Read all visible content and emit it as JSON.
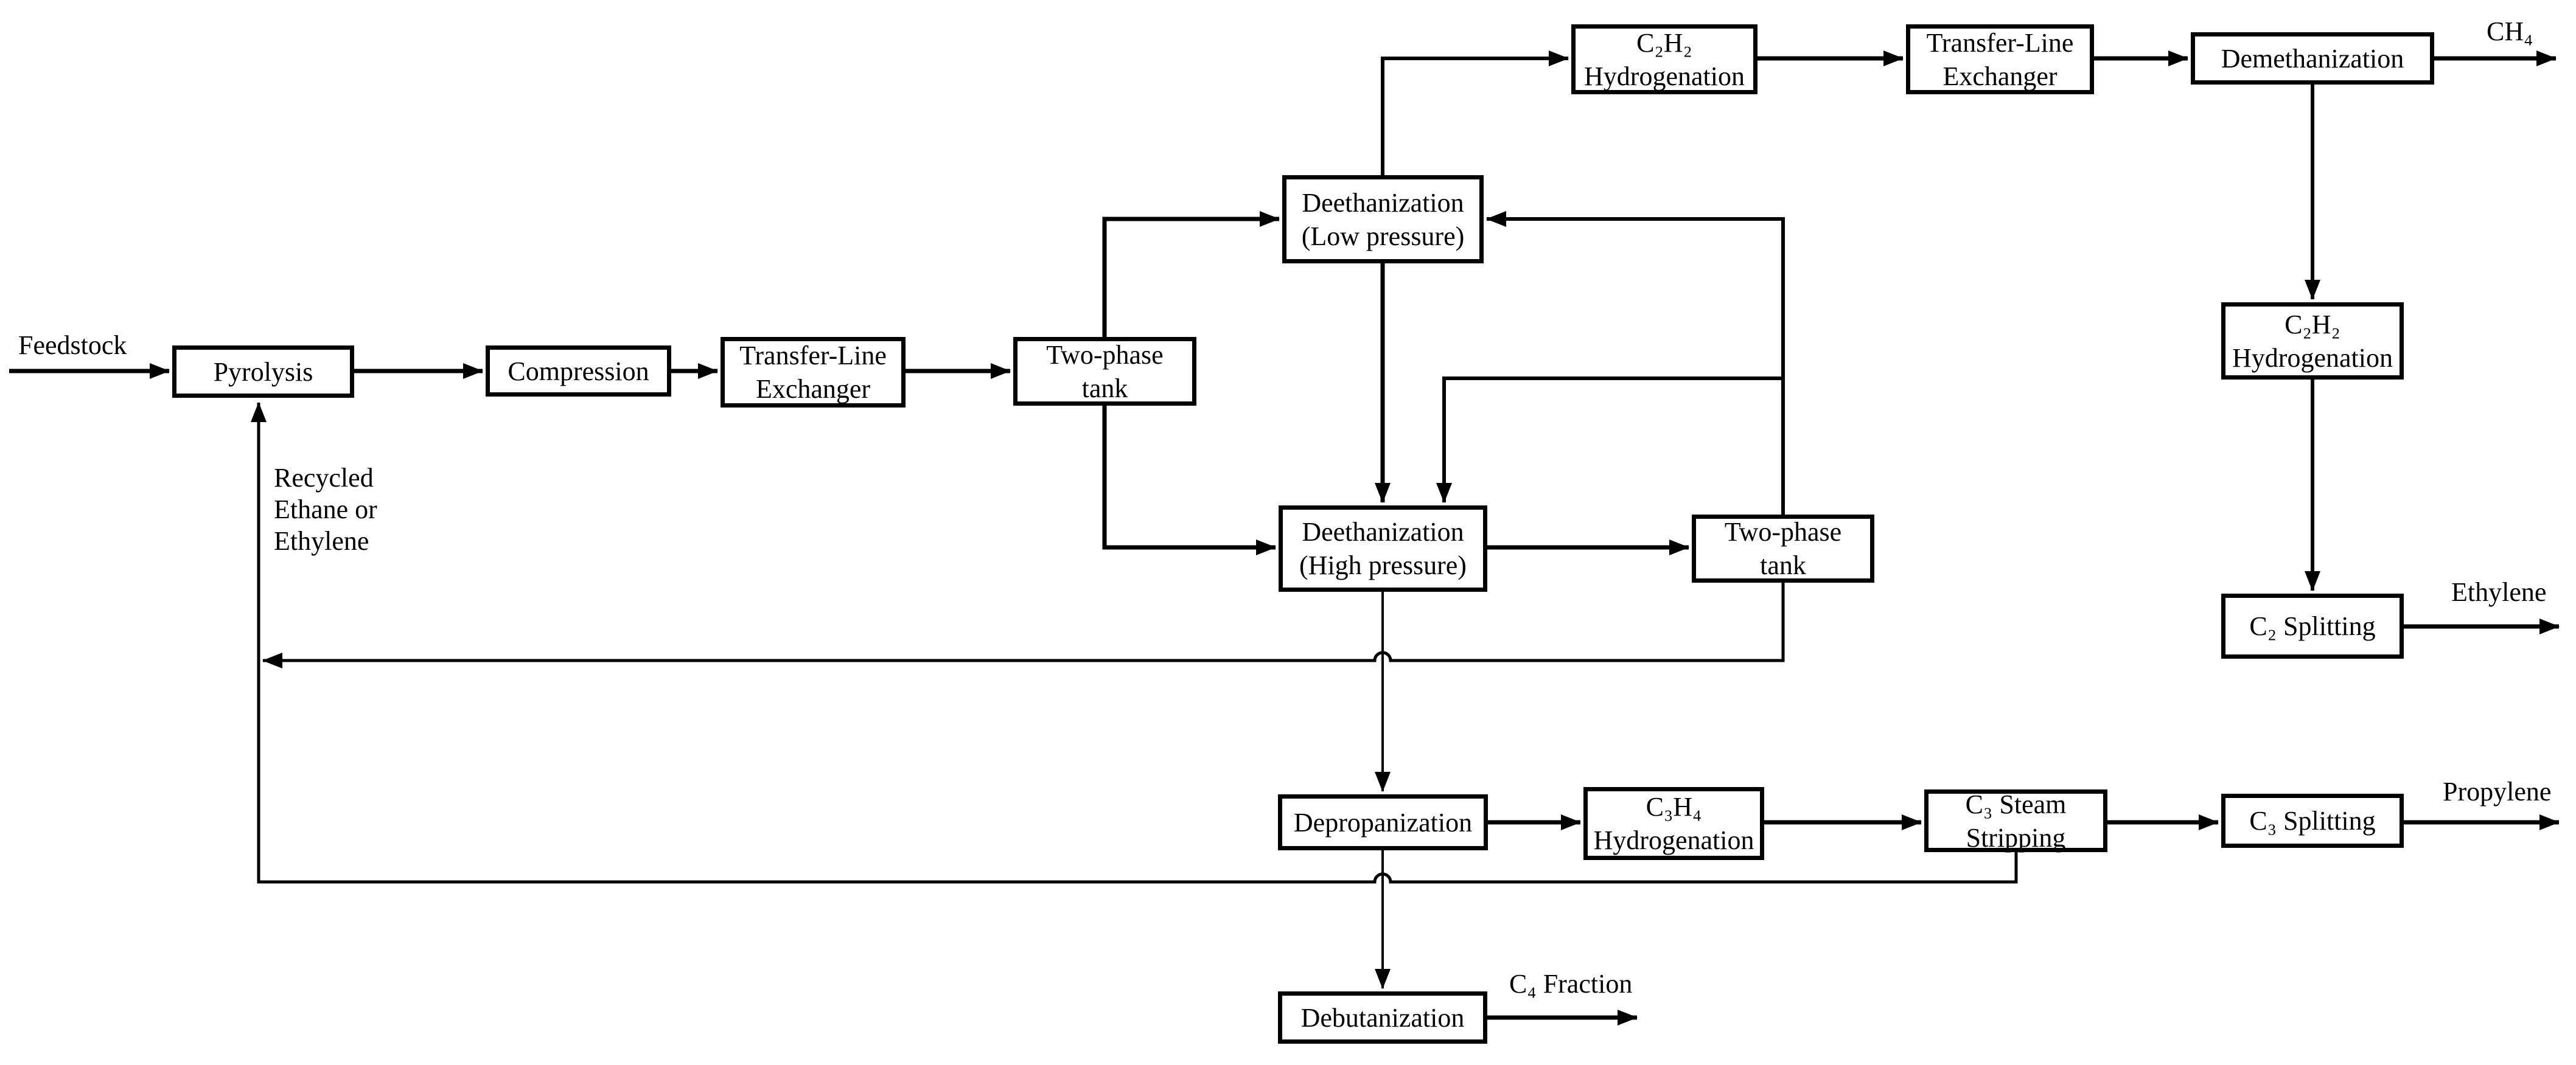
{
  "diagram": {
    "background": "#ffffff",
    "line_color": "#000000",
    "nodes": {
      "pyrolysis": {
        "label": "Pyrolysis"
      },
      "compression": {
        "label": "Compression"
      },
      "transfer_line_exchanger_1": {
        "label": "Transfer-Line\nExchanger"
      },
      "two_phase_tank_1": {
        "label": "Two-phase\ntank"
      },
      "deethanization_low": {
        "label": "Deethanization\n(Low pressure)"
      },
      "c2h2_hydrogenation_top": {
        "label": "C₂H₂\nHydrogenation"
      },
      "transfer_line_exchanger_2": {
        "label": "Transfer-Line\nExchanger"
      },
      "demethanization": {
        "label": "Demethanization"
      },
      "c2h2_hydrogenation_right": {
        "label": "C₂H₂\nHydrogenation"
      },
      "c2_splitting": {
        "label": "C₂ Splitting"
      },
      "deethanization_high": {
        "label": "Deethanization\n(High pressure)"
      },
      "two_phase_tank_2": {
        "label": "Two-phase\ntank"
      },
      "depropanization": {
        "label": "Depropanization"
      },
      "c3h4_hydrogenation": {
        "label": "C₃H₄\nHydrogenation"
      },
      "c3_steam_stripping": {
        "label": "C₃ Steam\nStripping"
      },
      "c3_splitting": {
        "label": "C₃ Splitting"
      },
      "debutanization": {
        "label": "Debutanization"
      }
    },
    "stream_labels": {
      "feedstock": "Feedstock",
      "methane": "CH₄",
      "ethylene": "Ethylene",
      "propylene": "Propylene",
      "c4_fraction": "C₄ Fraction",
      "recycle": "Recycled\nEthane or\nEthylene"
    }
  }
}
